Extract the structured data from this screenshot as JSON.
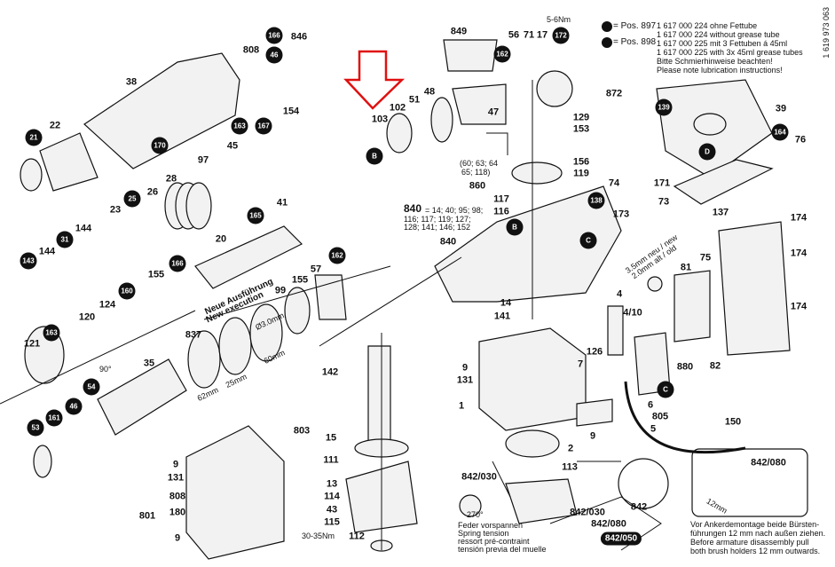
{
  "legend": {
    "pos897_label": "= Pos. 897",
    "pos897_line1": "1 617 000 224 ohne Fettube",
    "pos897_line2": "1 617 000 224 without grease tube",
    "pos898_label": "= Pos. 898",
    "pos898_line1": "1 617 000 225 mit 3 Fettuben á 45ml",
    "pos898_line2": "1 617 000 225 with 3x 45ml grease tubes",
    "note_de": "Bitte Schmierhinweise beachten!",
    "note_en": "Please note lubrication instructions!"
  },
  "doc_number": "1 619 973 063",
  "torque_top": "5-6Nm",
  "torque_bottom": "30-35Nm",
  "new_execution": {
    "de": "Neue Ausführung",
    "en": "New execution",
    "dia": "Ø3.0mm",
    "d1": "62mm",
    "d2": "25mm",
    "d3": "60mm"
  },
  "gear_note": {
    "line1": "(60; 63; 64",
    "line2": "65; 118)"
  },
  "kit_note": {
    "title": "840",
    "line1": "= 14; 40; 95; 98;",
    "line2": "116; 117; 119; 127;",
    "line3": "128; 141; 146; 152"
  },
  "brush_note": {
    "line1": "3.5mm neu / new",
    "line2": "2.0mm alt / old"
  },
  "spring_note": {
    "angle": "270°",
    "l1": "Feder vorspannen",
    "l2": "Spring tension",
    "l3": "ressort pré-contraint",
    "l4": "tensión previa del muelle"
  },
  "armature_note": {
    "dim": "12mm",
    "l1": "Vor Ankerdemontage beide Bürsten-",
    "l2": "führungen 12 mm nach außen ziehen.",
    "l3": "Before armature disassembly pull",
    "l4": "both brush holders 12 mm outwards."
  },
  "angle90": "90°",
  "labels": [
    "846",
    "808",
    "38",
    "22",
    "154",
    "45",
    "97",
    "28",
    "26",
    "23",
    "41",
    "20",
    "144",
    "144",
    "155",
    "57",
    "99",
    "155",
    "124",
    "120",
    "121",
    "35",
    "837",
    "849",
    "56",
    "71",
    "17",
    "48",
    "51",
    "102",
    "103",
    "47",
    "872",
    "129",
    "153",
    "156",
    "119",
    "860",
    "117",
    "116",
    "74",
    "173",
    "840",
    "14",
    "141",
    "9",
    "131",
    "1",
    "142",
    "803",
    "15",
    "111",
    "13",
    "114",
    "43",
    "115",
    "112",
    "2",
    "113",
    "6",
    "805",
    "5",
    "150",
    "7",
    "126",
    "4",
    "4/10",
    "880",
    "82",
    "81",
    "75",
    "174",
    "174",
    "174",
    "39",
    "76",
    "171",
    "73",
    "137",
    "9",
    "842/030",
    "842",
    "842/030",
    "842/080",
    "842/080",
    "9",
    "131",
    "808",
    "180",
    "801",
    "9"
  ],
  "badges": [
    "166",
    "46",
    "21",
    "170",
    "163",
    "167",
    "25",
    "165",
    "143",
    "31",
    "166",
    "160",
    "162",
    "163",
    "54",
    "53",
    "161",
    "46",
    "139",
    "164",
    "172",
    "162",
    "138",
    "B",
    "C",
    "D",
    "B",
    "C"
  ],
  "badge_pill": "842/050"
}
